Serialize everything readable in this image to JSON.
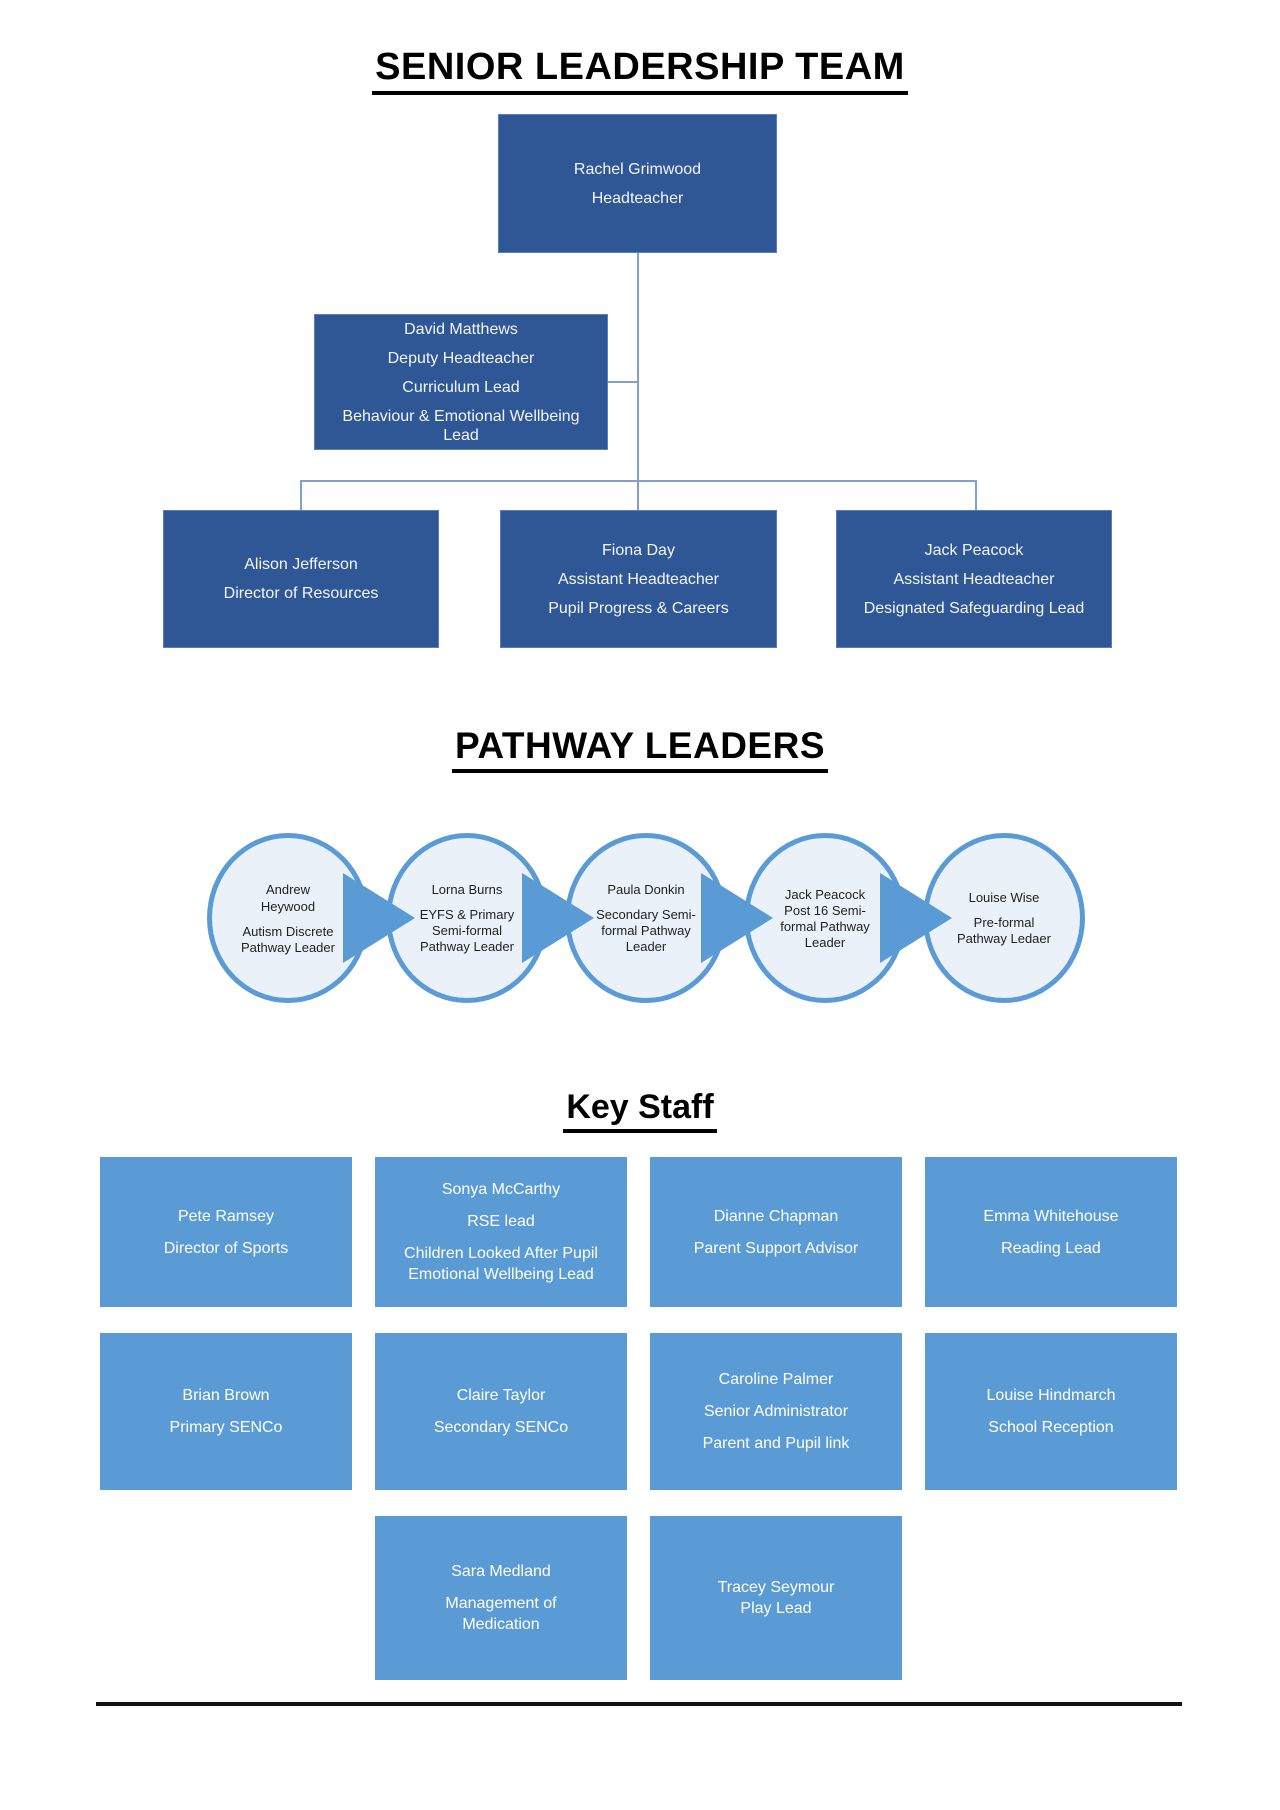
{
  "colors": {
    "slt_box": "#2F5795",
    "key_staff_box": "#5B9BD5",
    "circle_fill": "#EBF1F9",
    "circle_border": "#5B9BD5",
    "connector": "#7FA1CC",
    "title_text": "#000000",
    "box_text": "#FFFFFF"
  },
  "slt": {
    "title": "SENIOR LEADERSHIP TEAM",
    "head": {
      "name": "Rachel Grimwood",
      "role": "Headteacher"
    },
    "deputy": {
      "name": "David Matthews",
      "roles": [
        "Deputy Headteacher",
        "Curriculum Lead",
        "Behaviour & Emotional Wellbeing Lead"
      ]
    },
    "reports": [
      {
        "name": "Alison Jefferson",
        "roles": [
          "Director of Resources"
        ]
      },
      {
        "name": "Fiona Day",
        "roles": [
          "Assistant Headteacher",
          "Pupil Progress & Careers"
        ]
      },
      {
        "name": "Jack Peacock",
        "roles": [
          "Assistant Headteacher",
          "Designated Safeguarding Lead"
        ]
      }
    ]
  },
  "pathway": {
    "title": "PATHWAY LEADERS",
    "leaders": [
      {
        "name": "Andrew Heywood",
        "role": "Autism Discrete Pathway Leader"
      },
      {
        "name": "Lorna Burns",
        "role": "EYFS & Primary Semi-formal Pathway Leader"
      },
      {
        "name": "Paula Donkin",
        "role": "Secondary Semi-formal Pathway Leader"
      },
      {
        "name": "Jack Peacock",
        "role": "Post 16 Semi-formal Pathway Leader"
      },
      {
        "name": "Louise Wise",
        "role": "Pre-formal Pathway Ledaer"
      }
    ]
  },
  "key_staff": {
    "title": "Key Staff",
    "members": [
      {
        "name": "Pete Ramsey",
        "roles": [
          "Director of Sports"
        ]
      },
      {
        "name": "Sonya McCarthy",
        "roles": [
          "RSE lead",
          "Children Looked After Pupil Emotional Wellbeing Lead"
        ]
      },
      {
        "name": "Dianne Chapman",
        "roles": [
          "Parent Support Advisor"
        ]
      },
      {
        "name": "Emma Whitehouse",
        "roles": [
          "Reading Lead"
        ]
      },
      {
        "name": "Brian Brown",
        "roles": [
          "Primary SENCo"
        ]
      },
      {
        "name": "Claire Taylor",
        "roles": [
          "Secondary SENCo"
        ]
      },
      {
        "name": "Caroline Palmer",
        "roles": [
          "Senior Administrator",
          "Parent and Pupil link"
        ]
      },
      {
        "name": "Louise Hindmarch",
        "roles": [
          "School Reception"
        ]
      },
      {
        "name": "Sara Medland",
        "roles": [
          "Management of Medication"
        ]
      },
      {
        "name": "Tracey Seymour",
        "roles": [
          "Play Lead"
        ]
      }
    ]
  }
}
